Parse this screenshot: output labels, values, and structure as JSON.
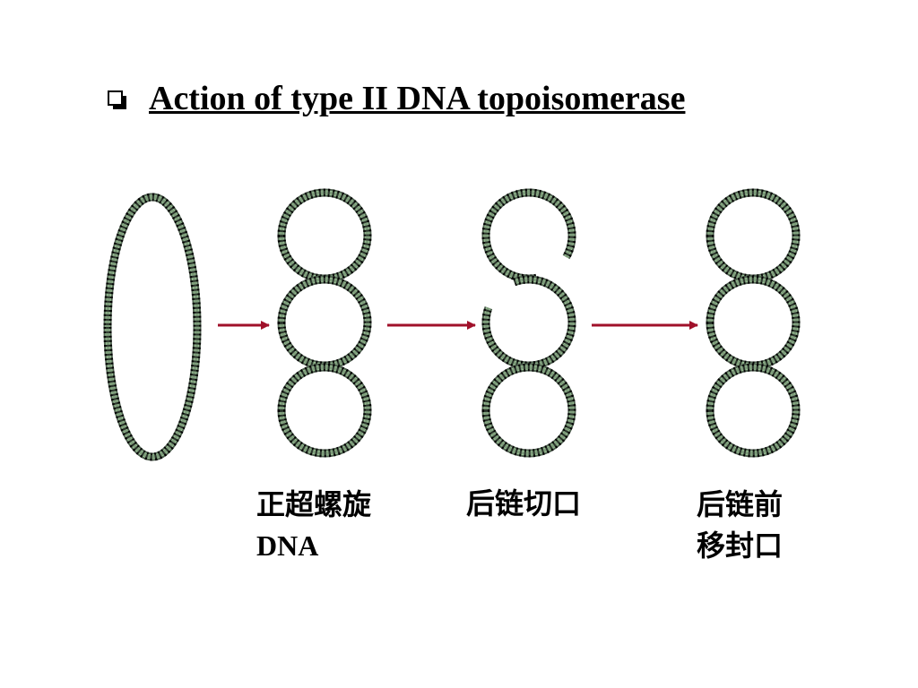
{
  "slide": {
    "title": "Action of type II DNA topoisomerase",
    "bullet_icon": "square-bullet-icon",
    "labels": {
      "step1_line1": "正超螺旋",
      "step1_line2": "DNA",
      "step2_line1": "后链切口",
      "step3_line1": "后链前",
      "step3_line2": "移封口"
    },
    "colors": {
      "arrow": "#a0102a",
      "strand_dark": "#4f6150",
      "strand_light": "#b8e6b0"
    }
  }
}
